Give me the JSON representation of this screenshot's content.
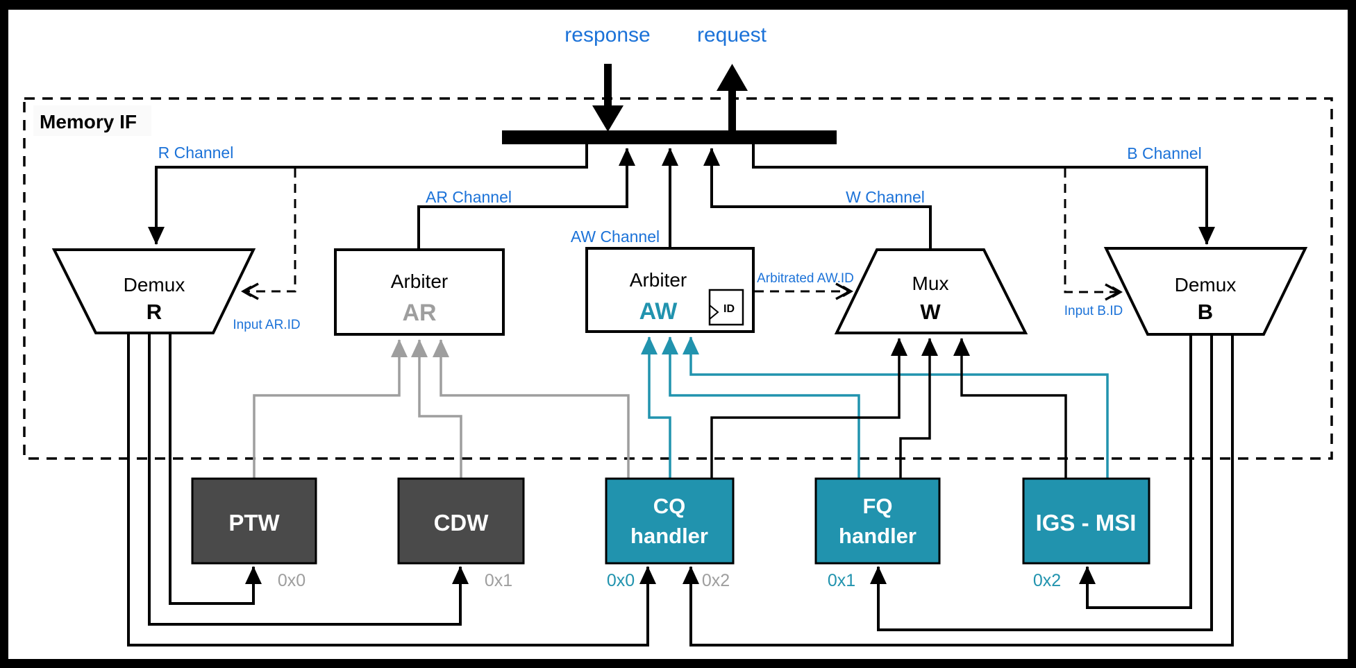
{
  "colors": {
    "accent_blue": "#1b72d8",
    "teal": "#2193ae",
    "dark_gray": "#4a4a4a",
    "wire_gray": "#9e9e9e"
  },
  "top": {
    "response_label": "response",
    "request_label": "request"
  },
  "memory_if": {
    "title": "Memory IF"
  },
  "channels": {
    "r": "R Channel",
    "ar": "AR Channel",
    "aw": "AW Channel",
    "w": "W Channel",
    "b": "B Channel"
  },
  "id_signals": {
    "input_ar_id": "Input AR.ID",
    "arbitrated_aw_id": "Arbitrated AW.ID",
    "input_b_id": "Input B.ID"
  },
  "blocks": {
    "demux_r": {
      "line1": "Demux",
      "line2": "R"
    },
    "arbiter_ar": {
      "line1": "Arbiter",
      "line2": "AR"
    },
    "arbiter_aw": {
      "line1": "Arbiter",
      "line2": "AW",
      "id_register": "ID"
    },
    "mux_w": {
      "line1": "Mux",
      "line2": "W"
    },
    "demux_b": {
      "line1": "Demux",
      "line2": "B"
    }
  },
  "handlers": {
    "ptw": {
      "label": "PTW",
      "read_id": "0x0"
    },
    "cdw": {
      "label": "CDW",
      "read_id": "0x1"
    },
    "cq": {
      "line1": "CQ",
      "line2": "handler",
      "write_id": "0x0",
      "read_id": "0x2"
    },
    "fq": {
      "line1": "FQ",
      "line2": "handler",
      "write_id": "0x1"
    },
    "igs": {
      "label": "IGS - MSI",
      "write_id": "0x2"
    }
  }
}
